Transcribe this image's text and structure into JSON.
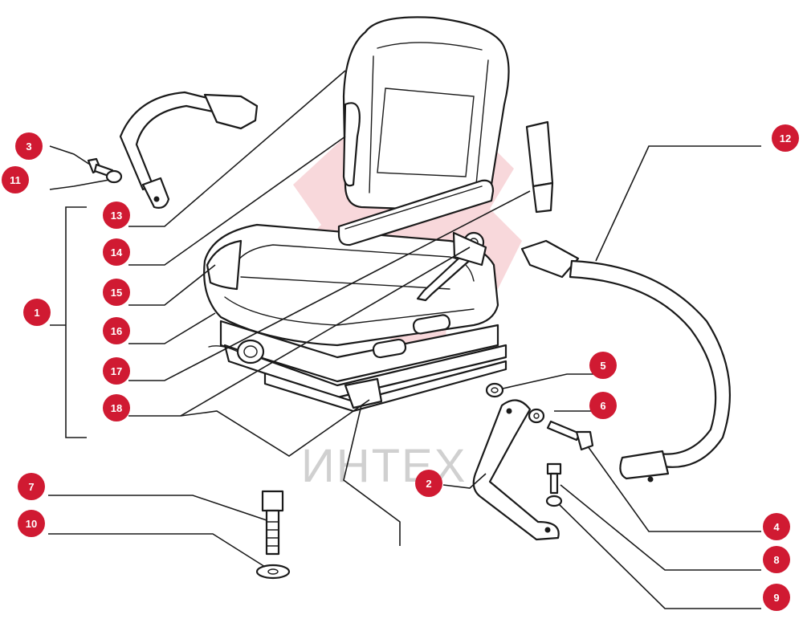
{
  "watermark": {
    "text": "ИНТЕХ",
    "color": "#f2b8bd"
  },
  "accent_color": "#d01a32",
  "callouts": [
    "3",
    "11",
    "13",
    "14",
    "15",
    "16",
    "17",
    "18",
    "1",
    "7",
    "10",
    "12",
    "5",
    "6",
    "2",
    "4",
    "8",
    "9"
  ],
  "parts": [
    "seat-belt-short",
    "bolt",
    "washer",
    "seat-backrest",
    "seat-cushion",
    "armrest",
    "adjustment-knob",
    "height-lever",
    "slide-rail",
    "long-seat-belt",
    "handle-grip",
    "nut",
    "washer",
    "bolt",
    "bracket",
    "bolt",
    "washer",
    "bolt",
    "washer"
  ]
}
